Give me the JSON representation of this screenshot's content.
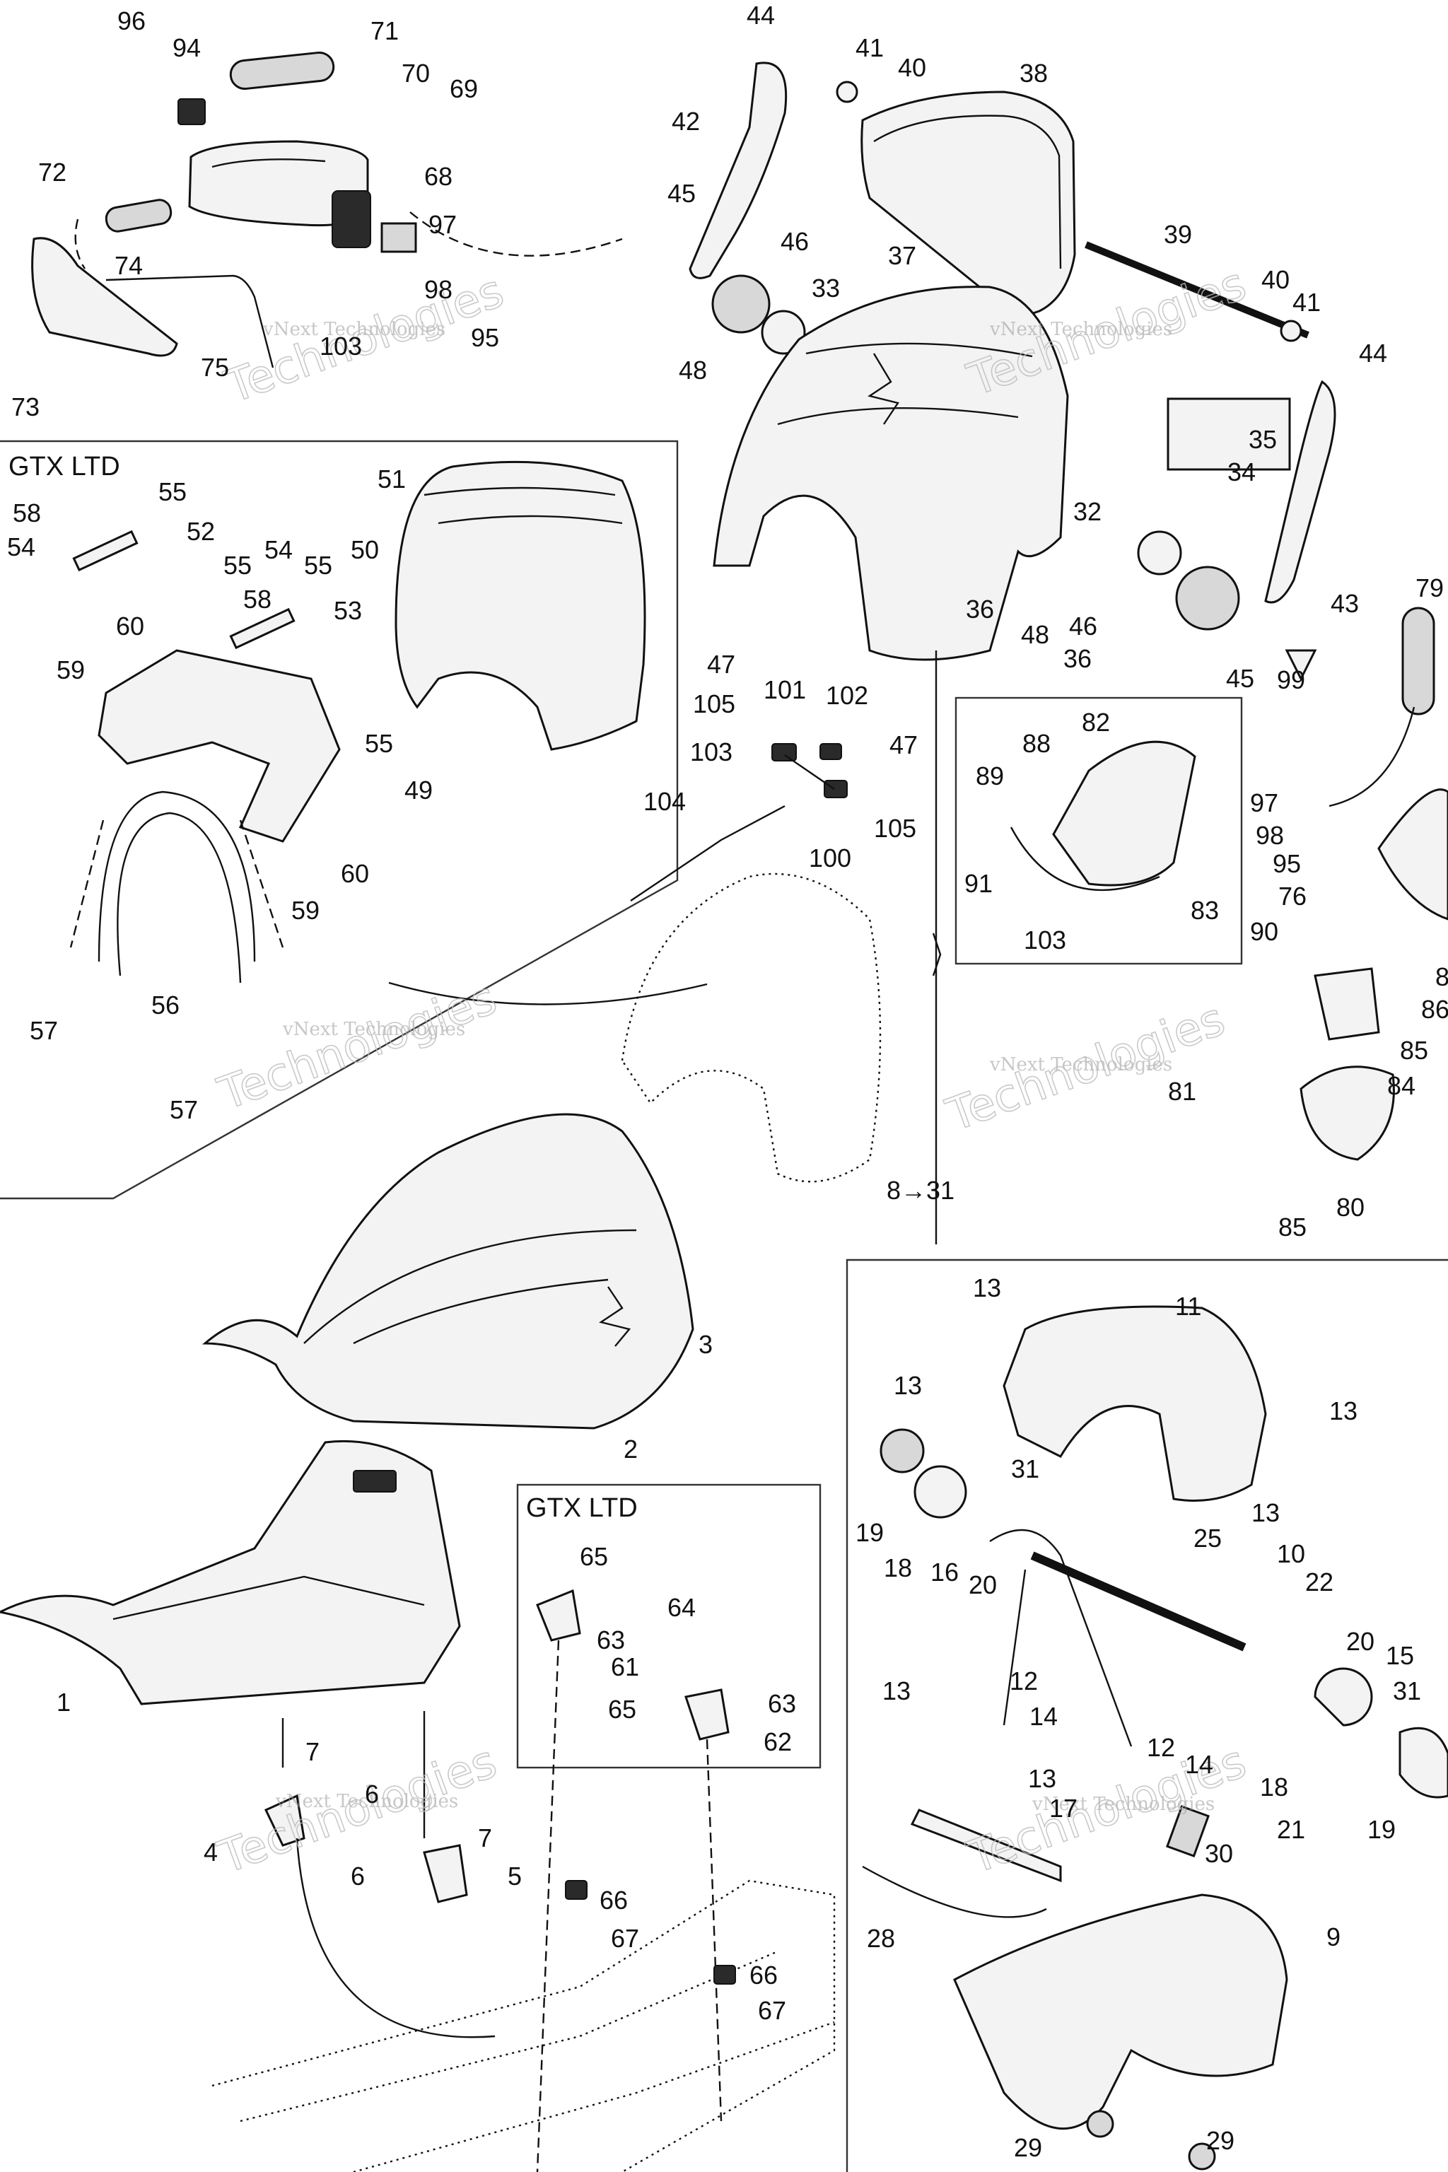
{
  "watermark": {
    "line1": "vNext",
    "line2": "Technologies",
    "full": "vNext Technologies"
  },
  "box_titles": {
    "gtx_ltd_upper": "GTX LTD",
    "gtx_ltd_lower": "GTX LTD"
  },
  "arrow_label": "8→31",
  "callouts": [
    {
      "id": "c96",
      "text": "96"
    },
    {
      "id": "c94",
      "text": "94"
    },
    {
      "id": "c71",
      "text": "71"
    },
    {
      "id": "c70",
      "text": "70"
    },
    {
      "id": "c69",
      "text": "69"
    },
    {
      "id": "c68",
      "text": "68"
    },
    {
      "id": "c72",
      "text": "72"
    },
    {
      "id": "c74",
      "text": "74"
    },
    {
      "id": "c97a",
      "text": "97"
    },
    {
      "id": "c98a",
      "text": "98"
    },
    {
      "id": "c95a",
      "text": "95"
    },
    {
      "id": "c103a",
      "text": "103"
    },
    {
      "id": "c75",
      "text": "75"
    },
    {
      "id": "c73",
      "text": "73"
    },
    {
      "id": "c44a",
      "text": "44"
    },
    {
      "id": "c41a",
      "text": "41"
    },
    {
      "id": "c40a",
      "text": "40"
    },
    {
      "id": "c38",
      "text": "38"
    },
    {
      "id": "c42",
      "text": "42"
    },
    {
      "id": "c45a",
      "text": "45"
    },
    {
      "id": "c46a",
      "text": "46"
    },
    {
      "id": "c37",
      "text": "37"
    },
    {
      "id": "c33",
      "text": "33"
    },
    {
      "id": "c39",
      "text": "39"
    },
    {
      "id": "c40b",
      "text": "40"
    },
    {
      "id": "c41b",
      "text": "41"
    },
    {
      "id": "c44b",
      "text": "44"
    },
    {
      "id": "c48a",
      "text": "48"
    },
    {
      "id": "c35",
      "text": "35"
    },
    {
      "id": "c34",
      "text": "34"
    },
    {
      "id": "c32",
      "text": "32"
    },
    {
      "id": "c36a",
      "text": "36"
    },
    {
      "id": "c47a",
      "text": "47"
    },
    {
      "id": "c48b",
      "text": "48"
    },
    {
      "id": "c36b",
      "text": "36"
    },
    {
      "id": "c46b",
      "text": "46"
    },
    {
      "id": "c43",
      "text": "43"
    },
    {
      "id": "c45b",
      "text": "45"
    },
    {
      "id": "c79",
      "text": "79"
    },
    {
      "id": "c58a",
      "text": "58"
    },
    {
      "id": "c55a",
      "text": "55"
    },
    {
      "id": "c54a",
      "text": "54"
    },
    {
      "id": "c52",
      "text": "52"
    },
    {
      "id": "c55b",
      "text": "55"
    },
    {
      "id": "c54b",
      "text": "54"
    },
    {
      "id": "c55c",
      "text": "55"
    },
    {
      "id": "c51",
      "text": "51"
    },
    {
      "id": "c50",
      "text": "50"
    },
    {
      "id": "c58b",
      "text": "58"
    },
    {
      "id": "c60a",
      "text": "60"
    },
    {
      "id": "c53",
      "text": "53"
    },
    {
      "id": "c59a",
      "text": "59"
    },
    {
      "id": "c55d",
      "text": "55"
    },
    {
      "id": "c49",
      "text": "49"
    },
    {
      "id": "c60b",
      "text": "60"
    },
    {
      "id": "c59b",
      "text": "59"
    },
    {
      "id": "c56",
      "text": "56"
    },
    {
      "id": "c57a",
      "text": "57"
    },
    {
      "id": "c57b",
      "text": "57"
    },
    {
      "id": "c105a",
      "text": "105"
    },
    {
      "id": "c101",
      "text": "101"
    },
    {
      "id": "c102",
      "text": "102"
    },
    {
      "id": "c103b",
      "text": "103"
    },
    {
      "id": "c47b",
      "text": "47"
    },
    {
      "id": "c104",
      "text": "104"
    },
    {
      "id": "c105b",
      "text": "105"
    },
    {
      "id": "c100",
      "text": "100"
    },
    {
      "id": "c88",
      "text": "88"
    },
    {
      "id": "c82",
      "text": "82"
    },
    {
      "id": "c89",
      "text": "89"
    },
    {
      "id": "c91",
      "text": "91"
    },
    {
      "id": "c83",
      "text": "83"
    },
    {
      "id": "c103c",
      "text": "103"
    },
    {
      "id": "c99",
      "text": "99"
    },
    {
      "id": "c97b",
      "text": "97"
    },
    {
      "id": "c98b",
      "text": "98"
    },
    {
      "id": "c95b",
      "text": "95"
    },
    {
      "id": "c76",
      "text": "76"
    },
    {
      "id": "c90",
      "text": "90"
    },
    {
      "id": "c8x",
      "text": "8"
    },
    {
      "id": "c86",
      "text": "86"
    },
    {
      "id": "c85a",
      "text": "85"
    },
    {
      "id": "c84",
      "text": "84"
    },
    {
      "id": "c81",
      "text": "81"
    },
    {
      "id": "c85b",
      "text": "85"
    },
    {
      "id": "c80",
      "text": "80"
    },
    {
      "id": "c3",
      "text": "3"
    },
    {
      "id": "c2",
      "text": "2"
    },
    {
      "id": "c13a",
      "text": "13"
    },
    {
      "id": "c11",
      "text": "11"
    },
    {
      "id": "c13b",
      "text": "13"
    },
    {
      "id": "c13c",
      "text": "13"
    },
    {
      "id": "c31a",
      "text": "31"
    },
    {
      "id": "c13d",
      "text": "13"
    },
    {
      "id": "c19a",
      "text": "19"
    },
    {
      "id": "c25",
      "text": "25"
    },
    {
      "id": "c10",
      "text": "10"
    },
    {
      "id": "c18a",
      "text": "18"
    },
    {
      "id": "c16",
      "text": "16"
    },
    {
      "id": "c20a",
      "text": "20"
    },
    {
      "id": "c22",
      "text": "22"
    },
    {
      "id": "c20b",
      "text": "20"
    },
    {
      "id": "c15",
      "text": "15"
    },
    {
      "id": "c13e",
      "text": "13"
    },
    {
      "id": "c12a",
      "text": "12"
    },
    {
      "id": "c31b",
      "text": "31"
    },
    {
      "id": "c14a",
      "text": "14"
    },
    {
      "id": "c12b",
      "text": "12"
    },
    {
      "id": "c14b",
      "text": "14"
    },
    {
      "id": "c18b",
      "text": "18"
    },
    {
      "id": "c13f",
      "text": "13"
    },
    {
      "id": "c17",
      "text": "17"
    },
    {
      "id": "c21",
      "text": "21"
    },
    {
      "id": "c19b",
      "text": "19"
    },
    {
      "id": "c30",
      "text": "30"
    },
    {
      "id": "c28",
      "text": "28"
    },
    {
      "id": "c9",
      "text": "9"
    },
    {
      "id": "c29a",
      "text": "29"
    },
    {
      "id": "c29b",
      "text": "29"
    },
    {
      "id": "c1",
      "text": "1"
    },
    {
      "id": "c7a",
      "text": "7"
    },
    {
      "id": "c6a",
      "text": "6"
    },
    {
      "id": "c4",
      "text": "4"
    },
    {
      "id": "c7b",
      "text": "7"
    },
    {
      "id": "c6b",
      "text": "6"
    },
    {
      "id": "c5",
      "text": "5"
    },
    {
      "id": "c65a",
      "text": "65"
    },
    {
      "id": "c64",
      "text": "64"
    },
    {
      "id": "c63a",
      "text": "63"
    },
    {
      "id": "c61",
      "text": "61"
    },
    {
      "id": "c65b",
      "text": "65"
    },
    {
      "id": "c63b",
      "text": "63"
    },
    {
      "id": "c62",
      "text": "62"
    },
    {
      "id": "c66a",
      "text": "66"
    },
    {
      "id": "c67a",
      "text": "67"
    },
    {
      "id": "c66b",
      "text": "66"
    },
    {
      "id": "c67b",
      "text": "67"
    }
  ]
}
